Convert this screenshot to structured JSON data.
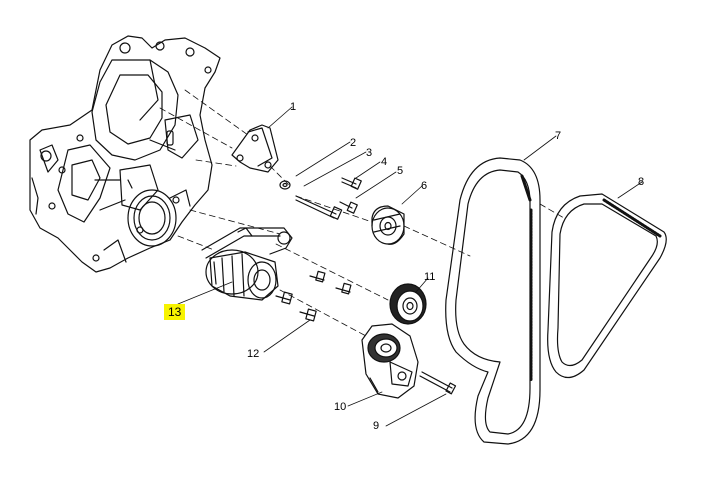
{
  "diagram": {
    "callouts": [
      {
        "id": "1",
        "label": "1"
      },
      {
        "id": "2",
        "label": "2"
      },
      {
        "id": "3",
        "label": "3"
      },
      {
        "id": "4",
        "label": "4"
      },
      {
        "id": "5",
        "label": "5"
      },
      {
        "id": "6",
        "label": "6"
      },
      {
        "id": "7",
        "label": "7"
      },
      {
        "id": "8",
        "label": "8"
      },
      {
        "id": "9",
        "label": "9"
      },
      {
        "id": "10",
        "label": "10"
      },
      {
        "id": "11",
        "label": "11"
      },
      {
        "id": "12",
        "label": "12"
      },
      {
        "id": "13",
        "label": "13",
        "highlighted": true
      }
    ],
    "highlight_color": "#f7f300"
  }
}
